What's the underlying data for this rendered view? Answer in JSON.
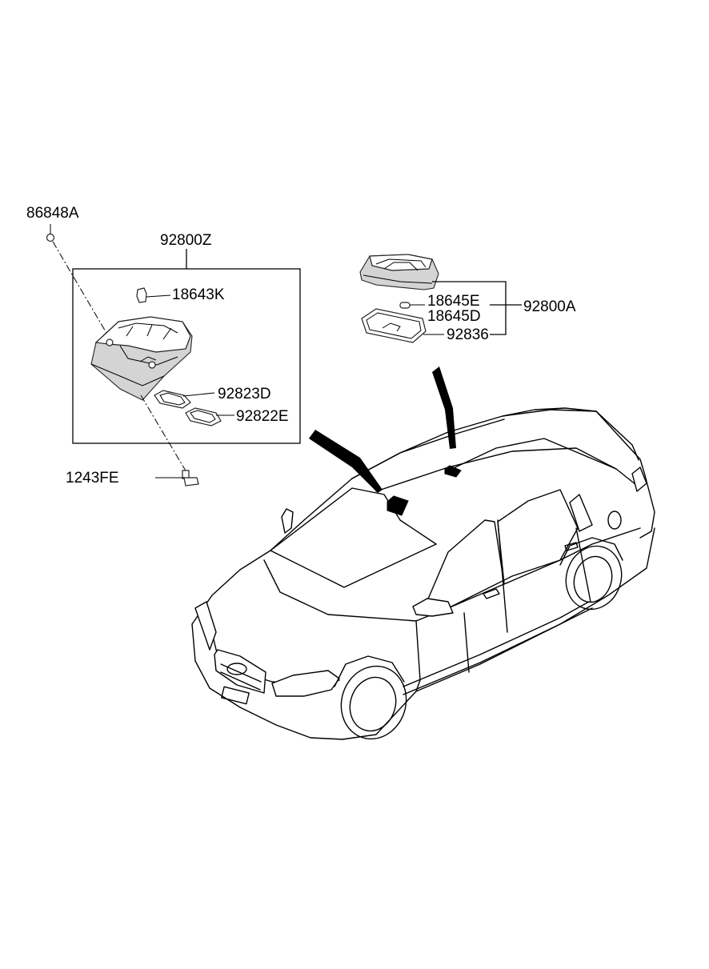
{
  "labels": {
    "p86848A": "86848A",
    "p92800Z": "92800Z",
    "p18643K": "18643K",
    "p92823D": "92823D",
    "p92822E": "92822E",
    "p1243FE": "1243FE",
    "p18645E": "18645E",
    "p18645D": "18645D",
    "p92800A": "92800A",
    "p92836": "92836"
  },
  "icons": {
    "overhead_console": "overhead-console-lamp-icon",
    "room_lamp": "room-lamp-icon",
    "vehicle": "sedan-car-icon",
    "pointer": "callout-pointer-icon"
  },
  "colors": {
    "line": "#000000",
    "background": "#ffffff",
    "part_shade": "#d4d4d4"
  }
}
